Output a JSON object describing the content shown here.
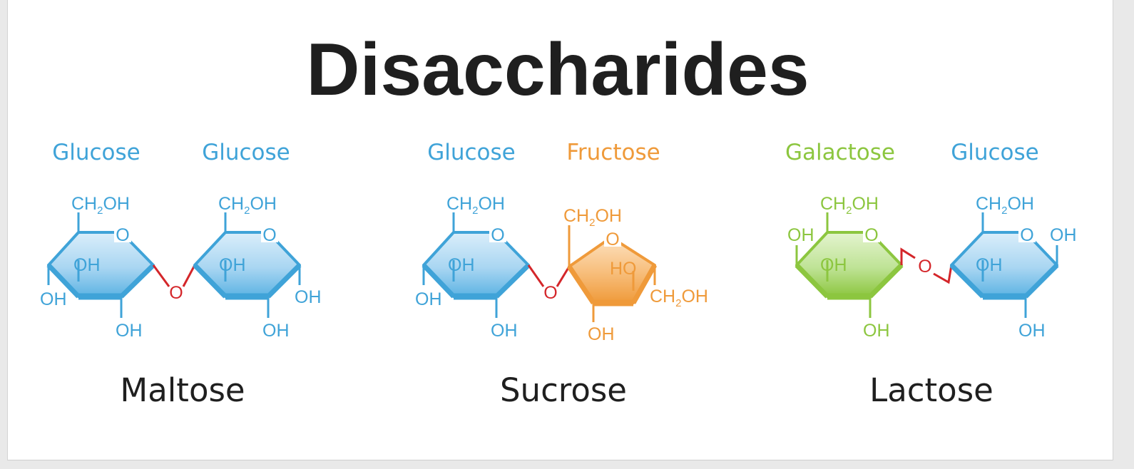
{
  "title": "Disaccharides",
  "colors": {
    "glucose": "#3fa3d8",
    "fructose": "#ef9a3a",
    "galactose": "#8cc63f",
    "bond": "#d4262a",
    "text": "#1f1f1f"
  },
  "molecules": [
    {
      "name": "Maltose",
      "sugar1": {
        "label": "Glucose",
        "color": "glucose"
      },
      "sugar2": {
        "label": "Glucose",
        "color": "glucose"
      },
      "bond_label": "O"
    },
    {
      "name": "Sucrose",
      "sugar1": {
        "label": "Glucose",
        "color": "glucose"
      },
      "sugar2": {
        "label": "Fructose",
        "color": "fructose"
      },
      "bond_label": "O"
    },
    {
      "name": "Lactose",
      "sugar1": {
        "label": "Galactose",
        "color": "galactose"
      },
      "sugar2": {
        "label": "Glucose",
        "color": "glucose"
      },
      "bond_label": "O"
    }
  ],
  "atoms": {
    "ch2oh_main": "CH",
    "ch2oh_sub": "2",
    "ch2oh_tail": "OH",
    "oh": "OH",
    "ho": "HO",
    "ring_o": "O"
  }
}
